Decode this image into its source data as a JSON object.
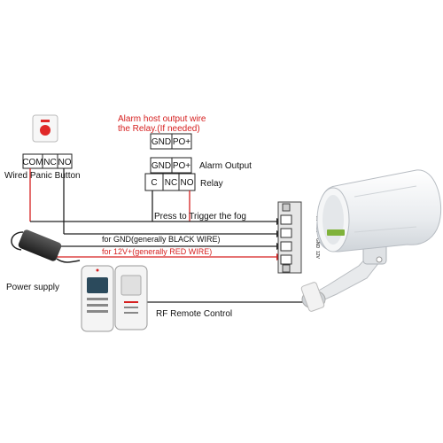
{
  "panic_button": {
    "title": "Wired Panic Button",
    "terminals": [
      "COM",
      "NC",
      "NO"
    ]
  },
  "alarm_host": {
    "note_line1": "Alarm host output wire",
    "note_line2": "the Relay.(If needed)",
    "top_terminals": [
      "GND",
      "PO+"
    ],
    "output_terminals": [
      "GND",
      "PO+"
    ],
    "output_label": "Alarm Output",
    "relay_terminals": [
      "C",
      "NC",
      "NO"
    ],
    "relay_label": "Relay"
  },
  "wires": {
    "trigger": "Press to Trigger the fog",
    "gnd": "for GND(generally BLACK WIRE)",
    "power": "for 12V+(generally RED WIRE)"
  },
  "power_supply": {
    "label": "Power supply"
  },
  "remote": {
    "label": "RF Remote Control"
  },
  "device_block": {
    "labels": [
      "IN+",
      "IN-",
      "GND",
      "12V"
    ]
  },
  "colors": {
    "red_wire": "#d62020",
    "black_wire": "#222222",
    "device": "#eef0f2",
    "accent": "#7fb23a"
  }
}
